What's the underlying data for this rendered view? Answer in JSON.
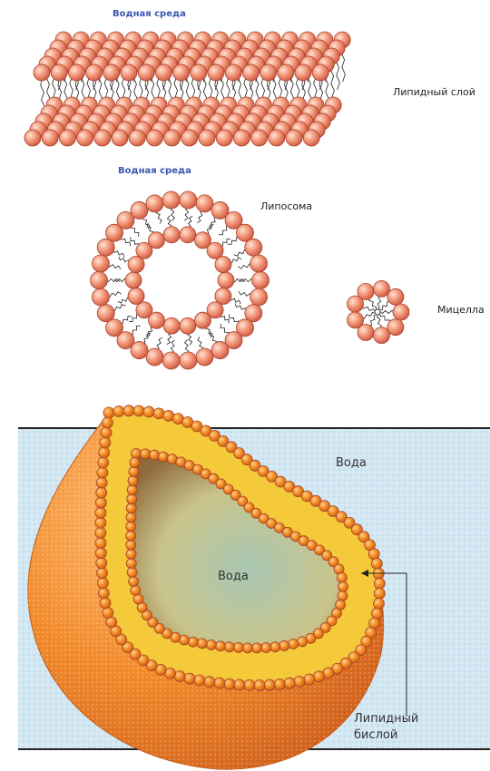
{
  "labels": {
    "aqueous_top": "Водная среда",
    "lipid_layer": "Липидный слой",
    "aqueous_middle": "Водная среда",
    "liposome": "Липосома",
    "micelle": "Мицелла",
    "water_outside": "Вода",
    "water_inside": "Вода",
    "bilayer_line1": "Липидный",
    "bilayer_line2": "бислой"
  },
  "colors": {
    "head_fill": "#f08a6a",
    "head_stroke": "#b5432c",
    "tail": "#222222",
    "water": "#cfe6f1",
    "vesicle_outer": "#f08a2a",
    "vesicle_yellow": "#f6d63a",
    "vesicle_inner": "#b9c98a",
    "label_blue": "#3a56b0"
  }
}
